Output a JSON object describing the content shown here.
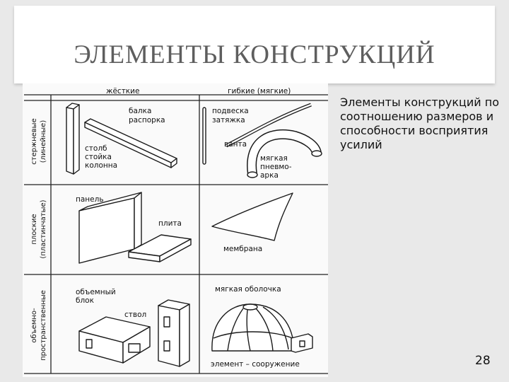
{
  "slide": {
    "title": "ЭЛЕМЕНТЫ КОНСТРУКЦИЙ",
    "caption": "Элементы конструкций по соотношению размеров и способности восприятия усилий",
    "page_number": "28"
  },
  "figure": {
    "col_headers": {
      "rigid": "жёсткие",
      "flexible": "гибкие (мягкие)"
    },
    "row_labels": {
      "rod_line1": "стержневые",
      "rod_line2": "(линейные)",
      "flat_line1": "плоские",
      "flat_line2": "(пластинчатые)",
      "volume_line1": "объемно-",
      "volume_line2": "пространственные"
    },
    "labels": {
      "beam1": "балка",
      "beam2": "распорка",
      "column1": "столб",
      "column2": "стойка",
      "column3": "колонна",
      "hanger1": "подвеска",
      "hanger2": "затяжка",
      "guy": "ванта",
      "arch1": "мягкая",
      "arch2": "пневмо-",
      "arch3": "арка",
      "panel": "панель",
      "slab": "плита",
      "membrane": "мембрана",
      "block1": "объемный",
      "block2": "блок",
      "shaft": "ствол",
      "shell": "мягкая оболочка",
      "element": "элемент – сооружение"
    }
  }
}
